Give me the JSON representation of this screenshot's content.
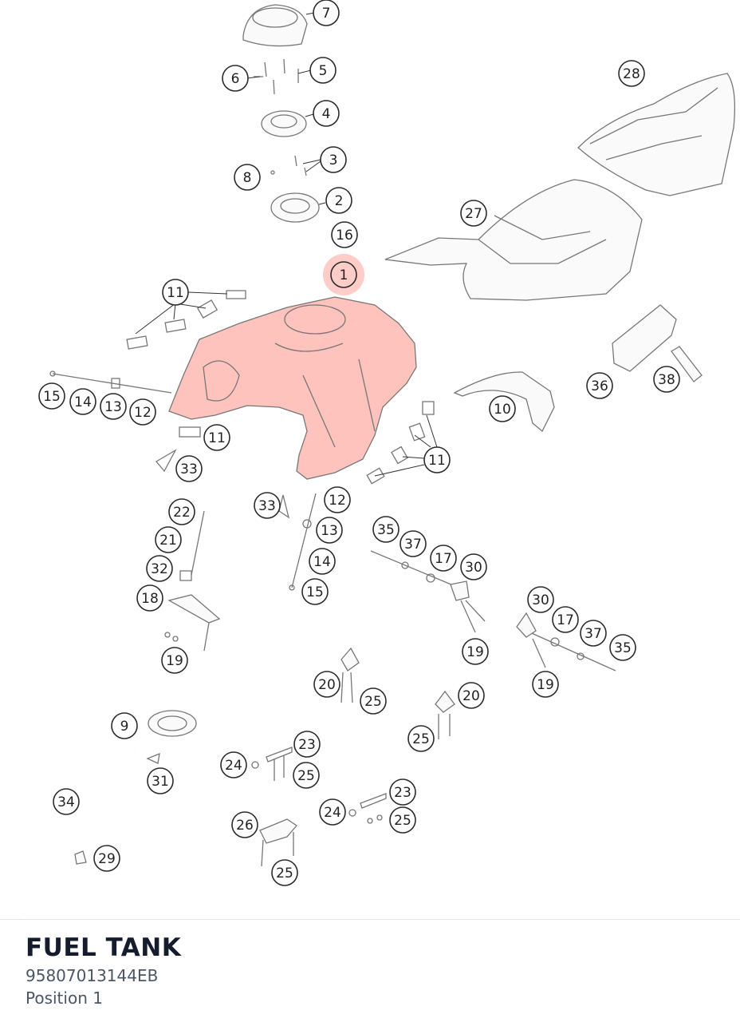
{
  "part": {
    "title": "FUEL TANK",
    "number": "95807013144EB",
    "position": "Position 1"
  },
  "highlight": {
    "color": "#ff6f61",
    "label": "1"
  },
  "callouts": [
    {
      "id": "c7",
      "label": "7"
    },
    {
      "id": "c5",
      "label": "5"
    },
    {
      "id": "c6",
      "label": "6"
    },
    {
      "id": "c4",
      "label": "4"
    },
    {
      "id": "c3",
      "label": "3"
    },
    {
      "id": "c8",
      "label": "8"
    },
    {
      "id": "c2",
      "label": "2"
    },
    {
      "id": "c16",
      "label": "16"
    },
    {
      "id": "c1",
      "label": "1"
    },
    {
      "id": "c28",
      "label": "28"
    },
    {
      "id": "c27",
      "label": "27"
    },
    {
      "id": "c11a",
      "label": "11"
    },
    {
      "id": "c11b",
      "label": "11"
    },
    {
      "id": "c11c",
      "label": "11"
    },
    {
      "id": "c15a",
      "label": "15"
    },
    {
      "id": "c14a",
      "label": "14"
    },
    {
      "id": "c13a",
      "label": "13"
    },
    {
      "id": "c12a",
      "label": "12"
    },
    {
      "id": "c33a",
      "label": "33"
    },
    {
      "id": "c33b",
      "label": "33"
    },
    {
      "id": "c10",
      "label": "10"
    },
    {
      "id": "c36",
      "label": "36"
    },
    {
      "id": "c38",
      "label": "38"
    },
    {
      "id": "c12b",
      "label": "12"
    },
    {
      "id": "c13b",
      "label": "13"
    },
    {
      "id": "c14b",
      "label": "14"
    },
    {
      "id": "c15b",
      "label": "15"
    },
    {
      "id": "c22",
      "label": "22"
    },
    {
      "id": "c21",
      "label": "21"
    },
    {
      "id": "c32",
      "label": "32"
    },
    {
      "id": "c18",
      "label": "18"
    },
    {
      "id": "c19a",
      "label": "19"
    },
    {
      "id": "c19b",
      "label": "19"
    },
    {
      "id": "c19c",
      "label": "19"
    },
    {
      "id": "c35a",
      "label": "35"
    },
    {
      "id": "c37a",
      "label": "37"
    },
    {
      "id": "c17a",
      "label": "17"
    },
    {
      "id": "c30a",
      "label": "30"
    },
    {
      "id": "c30b",
      "label": "30"
    },
    {
      "id": "c17b",
      "label": "17"
    },
    {
      "id": "c37b",
      "label": "37"
    },
    {
      "id": "c35b",
      "label": "35"
    },
    {
      "id": "c20a",
      "label": "20"
    },
    {
      "id": "c25a",
      "label": "25"
    },
    {
      "id": "c20b",
      "label": "20"
    },
    {
      "id": "c25b",
      "label": "25"
    },
    {
      "id": "c9",
      "label": "9"
    },
    {
      "id": "c31",
      "label": "31"
    },
    {
      "id": "c34",
      "label": "34"
    },
    {
      "id": "c29",
      "label": "29"
    },
    {
      "id": "c24a",
      "label": "24"
    },
    {
      "id": "c23a",
      "label": "23"
    },
    {
      "id": "c25c",
      "label": "25"
    },
    {
      "id": "c24b",
      "label": "24"
    },
    {
      "id": "c23b",
      "label": "23"
    },
    {
      "id": "c25d",
      "label": "25"
    },
    {
      "id": "c26",
      "label": "26"
    },
    {
      "id": "c25e",
      "label": "25"
    }
  ]
}
